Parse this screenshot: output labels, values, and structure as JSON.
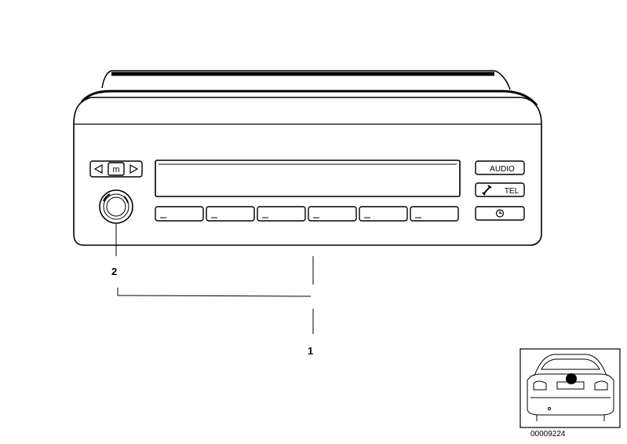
{
  "callouts": {
    "part1": "1",
    "part2": "2"
  },
  "unit": {
    "buttons": {
      "audio": "AUDIO",
      "tel": "TEL",
      "clock_icon": "clock-icon",
      "phone_icon": "phone-handset-icon"
    },
    "mode_switch": {
      "label": "m",
      "left_icon": "arrow-left-icon",
      "right_icon": "arrow-right-icon"
    },
    "preset_button_count": 6
  },
  "reference_number": "00009224",
  "colors": {
    "line": "#000000",
    "background": "#ffffff"
  }
}
